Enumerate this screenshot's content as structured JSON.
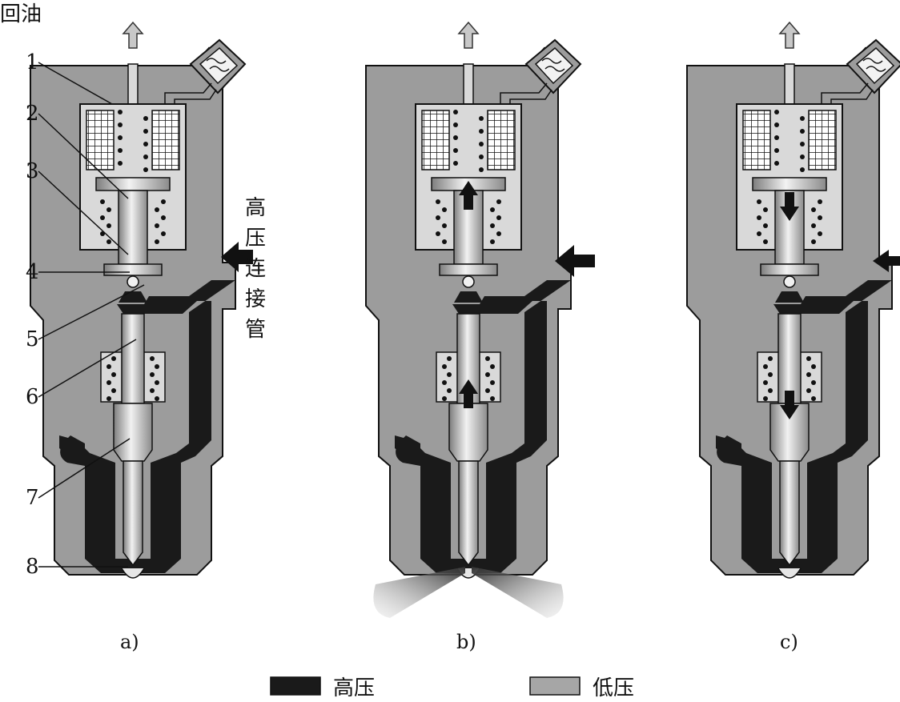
{
  "labels": {
    "return_oil": "回油",
    "high_pressure_inlet": [
      "高",
      "压",
      "连",
      "接",
      "管"
    ],
    "part_numbers": [
      "1",
      "2",
      "3",
      "4",
      "5",
      "6",
      "7",
      "8"
    ],
    "subfigures": [
      "a)",
      "b)",
      "c)"
    ]
  },
  "legend": {
    "high": "高压",
    "low": "低压"
  },
  "colors": {
    "high_pressure": "#1a1a1a",
    "low_pressure": "#a6a6a6",
    "body_gray": "#9c9c9c",
    "cavity_light": "#d9d9d9",
    "background": "#ffffff"
  }
}
